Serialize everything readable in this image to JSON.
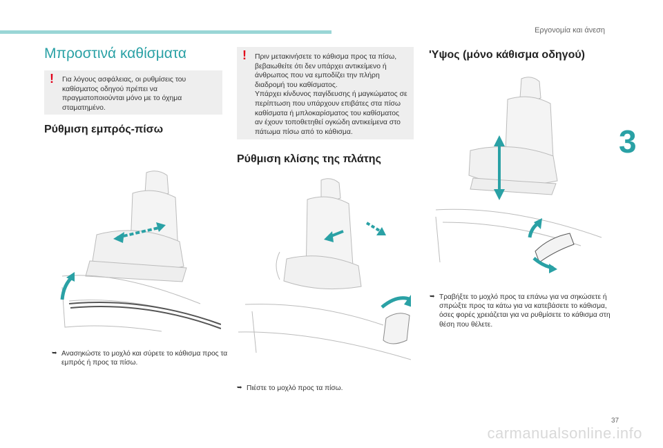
{
  "header": {
    "section_title": "Εργονομία και άνεση",
    "chapter": "3",
    "page_number": "37"
  },
  "main_title": "Μπροστινά καθίσματα",
  "left": {
    "warning": "Για λόγους ασφάλειας, οι ρυθμίσεις του καθίσματος οδηγού πρέπει να πραγματοποιούνται μόνο με το όχημα σταματημένο.",
    "heading": "Ρύθμιση εμπρός-πίσω",
    "caption": "Ανασηκώστε το μοχλό και σύρετε το κάθισμα προς τα εμπρός ή προς τα πίσω."
  },
  "middle": {
    "warning_1": "Πριν μετακινήσετε το κάθισμα προς τα πίσω, βεβαιωθείτε ότι δεν υπάρχει αντικείμενο ή άνθρωπος που να εμποδίζει την πλήρη διαδρομή του καθίσματος.",
    "warning_2": "Υπάρχει κίνδυνος παγίδευσης ή μαγκώματος σε περίπτωση που υπάρχουν επιβάτες στα πίσω καθίσματα ή μπλοκαρίσματος του καθίσματος αν έχουν τοποθετηθεί ογκώδη αντικείμενα στο πάτωμα πίσω από το κάθισμα.",
    "heading": "Ρύθμιση κλίσης της πλάτης",
    "caption": "Πιέστε το μοχλό προς τα πίσω."
  },
  "right": {
    "heading": "'Υψος (μόνο κάθισμα οδηγού)",
    "caption": "Τραβήξτε το μοχλό προς τα επάνω για να σηκώσετε ή σπρώξτε προς τα κάτω για να κατεβάσετε το κάθισμα, όσες φορές χρειάζεται για να ρυθμίσετε το κάθισμα στη θέση που θέλετε."
  },
  "bullet_glyph": "➥",
  "watermark": "carmanualsonline.info",
  "colors": {
    "accent": "#2aa1a5",
    "warning": "#e2001a",
    "box": "#eeeeee"
  }
}
